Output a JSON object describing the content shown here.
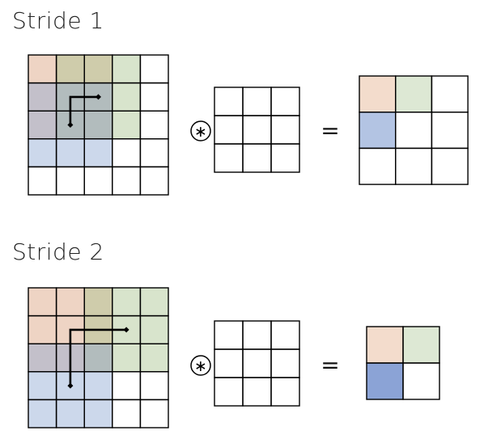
{
  "sections": [
    {
      "title": "Stride 1",
      "stride": 1,
      "input_grid": {
        "rows": 5,
        "cols": 5
      },
      "kernel_grid": {
        "rows": 3,
        "cols": 3
      },
      "output_grid": {
        "rows": 3,
        "cols": 3,
        "highlighted_cells": [
          {
            "row": 0,
            "col": 0,
            "color": "#f3dccc"
          },
          {
            "row": 0,
            "col": 1,
            "color": "#dde8d4"
          },
          {
            "row": 1,
            "col": 0,
            "color": "#b3c4e3"
          }
        ]
      },
      "input_windows": [
        {
          "row": 0,
          "col": 0,
          "color": "#d9a07d"
        },
        {
          "row": 0,
          "col": 1,
          "color": "#a9c48f"
        },
        {
          "row": 1,
          "col": 0,
          "color": "#8ea8d3"
        }
      ],
      "stride_arrows": {
        "horizontal_cells": 1,
        "vertical_cells": 1
      },
      "operator_symbol": "∗",
      "equals_symbol": "="
    },
    {
      "title": "Stride 2",
      "stride": 2,
      "input_grid": {
        "rows": 5,
        "cols": 5
      },
      "kernel_grid": {
        "rows": 3,
        "cols": 3
      },
      "output_grid": {
        "rows": 2,
        "cols": 2,
        "highlighted_cells": [
          {
            "row": 0,
            "col": 0,
            "color": "#f3dccc"
          },
          {
            "row": 0,
            "col": 1,
            "color": "#dde8d4"
          },
          {
            "row": 1,
            "col": 0,
            "color": "#8ba3d6"
          }
        ]
      },
      "input_windows": [
        {
          "row": 0,
          "col": 0,
          "color": "#d9a07d"
        },
        {
          "row": 0,
          "col": 2,
          "color": "#a9c48f"
        },
        {
          "row": 2,
          "col": 0,
          "color": "#8ea8d3"
        }
      ],
      "stride_arrows": {
        "horizontal_cells": 2,
        "vertical_cells": 2
      },
      "operator_symbol": "∗",
      "equals_symbol": "="
    }
  ],
  "colors": {
    "grid_line": "#000000",
    "arrow": "#000000"
  }
}
